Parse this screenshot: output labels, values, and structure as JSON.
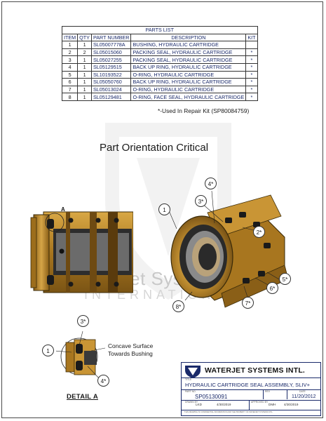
{
  "parts_list": {
    "caption": "PARTS LIST",
    "headers": [
      "ITEM",
      "QTY",
      "PART NUMBER",
      "DESCRIPTION",
      "KIT"
    ],
    "rows": [
      {
        "item": "1",
        "qty": "1",
        "part": "SL05007778A",
        "desc": "BUSHING, HYDRAULIC CARTRIDGE",
        "kit": ""
      },
      {
        "item": "2",
        "qty": "2",
        "part": "SL05015060",
        "desc": "PACKING SEAL, HYDRAULIC CARTRIDGE",
        "kit": "*"
      },
      {
        "item": "3",
        "qty": "1",
        "part": "SL05027255",
        "desc": "PACKING SEAL, HYDRAULIC CARTRIDGE",
        "kit": "*"
      },
      {
        "item": "4",
        "qty": "1",
        "part": "SL05129515",
        "desc": "BACK UP RING, HYDRAULIC CARTRIDGE",
        "kit": "*"
      },
      {
        "item": "5",
        "qty": "1",
        "part": "SL10193522",
        "desc": "O-RING, HYDRAULIC CARTRIDGE",
        "kit": "*"
      },
      {
        "item": "6",
        "qty": "1",
        "part": "SL05050760",
        "desc": "BACK UP RING, HYDRAULIC CARTRIDGE",
        "kit": "*"
      },
      {
        "item": "7",
        "qty": "1",
        "part": "SL05013024",
        "desc": "O-RING, HYDRAULIC CARTRIDGE",
        "kit": "*"
      },
      {
        "item": "8",
        "qty": "1",
        "part": "SL05129481",
        "desc": "O-RING, FACE SEAL, HYDRAULIC CARTRIDGE",
        "kit": "*"
      }
    ]
  },
  "kit_note": "*-Used In Repair Kit (SP80084759)",
  "orientation_heading": "Part Orientation Critical",
  "watermark": {
    "line1": "Waterjet Systems",
    "line2": "INTERNATIONAL"
  },
  "callouts": {
    "section_label": "A",
    "b1": "1",
    "b4": "4*",
    "b3": "3*",
    "b2": "2*",
    "b5": "5*",
    "b6": "6*",
    "b7": "7*",
    "b8": "8*",
    "d3": "3*",
    "d1": "1",
    "d4": "4*"
  },
  "detail": {
    "note_line1": "Concave Surface",
    "note_line2": "Towards Bushing",
    "title": "DETAIL  A"
  },
  "title_block": {
    "company": "WATERJET SYSTEMS INTL.",
    "title_label": "TITLE",
    "drawing_title": "HYDRAULIC CARTRIDGE SEAL ASSEMBLY, SLIV+",
    "part_label": "PART NO.",
    "part_number": "SP05130091",
    "rev_label": "REV",
    "date_label": "DATE",
    "date": "11/20/2012",
    "drawn_label": "DRAWN BY",
    "drawn_by": "LKD",
    "drawn_date": "4/30/2019",
    "approved_label": "APPROVED BY",
    "approved_by": "DMH",
    "approved_date": "4/30/2019",
    "footer": "THIS DRAWING IS CONFIDENTIAL INFORMATION AND THE PROPERTY OF WATERJET SYSTEMS INTL."
  },
  "colors": {
    "brass": "#b7862c",
    "brass_dark": "#6e4a12",
    "seal": "#2b2b2b",
    "title_blue": "#1a2a6a"
  }
}
